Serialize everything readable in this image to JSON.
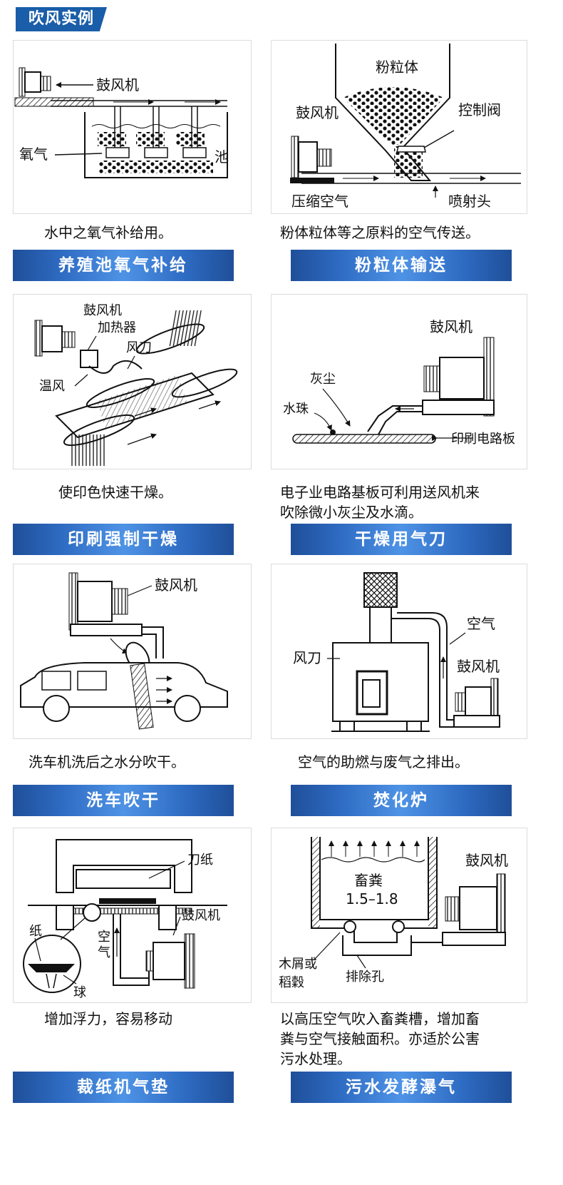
{
  "header": {
    "title": "吹风实例"
  },
  "panels": [
    {
      "caption": "水中之氧气补给用。",
      "banner": "养殖池氧气补给",
      "labels": {
        "blower": "鼓风机",
        "oxygen": "氧气",
        "pool": "池"
      }
    },
    {
      "caption": "粉体粒体等之原料的空气传送。",
      "banner": "粉粒体输送",
      "labels": {
        "powder": "粉粒体",
        "blower": "鼓风机",
        "valve": "控制阀",
        "compressed_air": "压缩空气",
        "nozzle": "喷射头"
      }
    },
    {
      "caption": "使印色快速干燥。",
      "banner": "印刷强制干燥",
      "labels": {
        "blower": "鼓风机",
        "heater": "加热器",
        "air_knife": "风刀",
        "warm_air": "温风"
      }
    },
    {
      "caption_lines": [
        "电子业电路基板可利用送风机来",
        "吹除微小灰尘及水滴。"
      ],
      "banner": "干燥用气刀",
      "labels": {
        "blower": "鼓风机",
        "dust": "灰尘",
        "droplet": "水珠",
        "pcb": "印刷电路板"
      }
    },
    {
      "caption": "洗车机洗后之水分吹干。",
      "banner": "洗车吹干",
      "labels": {
        "blower": "鼓风机"
      }
    },
    {
      "caption": "空气的助燃与废气之排出。",
      "banner": "焚化炉",
      "labels": {
        "air": "空气",
        "air_knife": "风刀",
        "blower": "鼓风机"
      }
    },
    {
      "caption": "增加浮力，容易移动",
      "banner": "裁纸机气垫",
      "labels": {
        "blade": "刀纸",
        "paper": "纸",
        "blower": "鼓风机",
        "air1": "空",
        "air2": "气",
        "ball": "球"
      }
    },
    {
      "caption_lines": [
        "以高压空气吹入畜粪槽，增加畜",
        "粪与空气接触面积。亦适於公害",
        "污水处理。"
      ],
      "banner": "污水发酵瀑气",
      "labels": {
        "manure": "畜粪",
        "ratio": "1.5–1.8",
        "blower": "鼓风机",
        "sawdust1": "木屑或",
        "sawdust2": "稻穀",
        "drain": "排除孔"
      }
    }
  ]
}
